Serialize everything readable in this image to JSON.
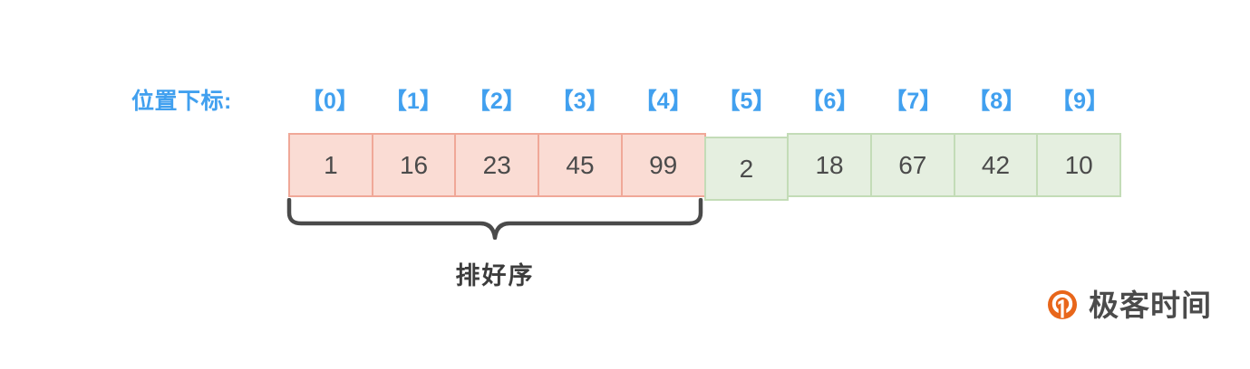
{
  "legend": {
    "index_row_label": "位置下标:"
  },
  "indices": [
    "【0】",
    "【1】",
    "【2】",
    "【3】",
    "【4】",
    "【5】",
    "【6】",
    "【7】",
    "【8】",
    "【9】"
  ],
  "array": {
    "values": [
      "1",
      "16",
      "23",
      "45",
      "99",
      "2",
      "18",
      "67",
      "42",
      "10"
    ],
    "regions": [
      "sorted",
      "sorted",
      "sorted",
      "sorted",
      "sorted",
      "active",
      "unsorted",
      "unsorted",
      "unsorted",
      "unsorted"
    ]
  },
  "annotation": {
    "brace_caption": "排好序"
  },
  "branding": {
    "name": "极客时间",
    "mark": "geektime-logo-icon"
  },
  "colors": {
    "index_blue": "#41a0ef",
    "sorted_fill": "#fadcd4",
    "sorted_border": "#f0a898",
    "unsorted_fill": "#e5efe0",
    "unsorted_border": "#c3dcb7",
    "value_text": "#4b4b4b",
    "brace": "#4a4a4a",
    "brand_orange": "#e8661a",
    "background": "#ffffff"
  }
}
